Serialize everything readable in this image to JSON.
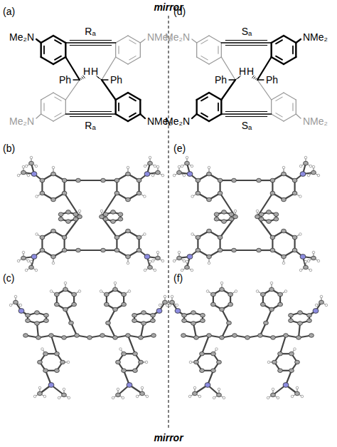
{
  "diagram": {
    "labels": [
      "mirror",
      "(a)",
      "Me₂N",
      "Rₐ",
      "NMe₂",
      "Ph",
      "H",
      "H",
      "Ph",
      "Rₐ",
      "Me₂N",
      "NMe₂",
      "(d)",
      "Me₂N",
      "Sₐ",
      "NMe₂",
      "Ph",
      "H",
      "H",
      "Ph",
      "Sₐ",
      "Me₂N",
      "NMe₂",
      "(b)",
      "(e)",
      "(c)",
      "(f)",
      "mirror"
    ]
  }
}
